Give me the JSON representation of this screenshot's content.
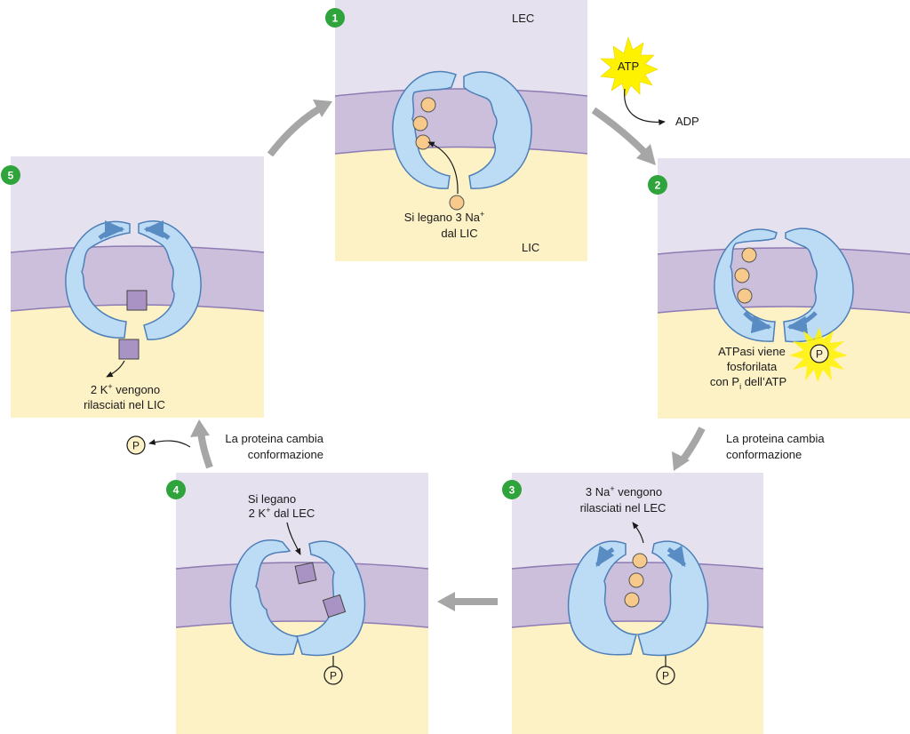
{
  "colors": {
    "ecf": "#e6e1ee",
    "membrane": "#cbbfdc",
    "membrane_edge": "#8e7bb4",
    "icf": "#fdf1c6",
    "protein": "#bcdcf5",
    "protein_edge": "#4d7fb8",
    "sodium": "#f7c98a",
    "potassium": "#a993c4",
    "step_badge": "#2fa33c",
    "arrow": "#a6a6a6",
    "starburst": "#fff200"
  },
  "panel1": {
    "number": "1",
    "top_label": "LEC",
    "bottom_label": "LIC",
    "caption_line1": "Si legano 3 Na",
    "caption_sup": "+",
    "caption_line2": "dal LIC"
  },
  "panel2": {
    "number": "2",
    "caption_line1": "ATPasi viene",
    "caption_line2": "fosforilata",
    "caption_line3_a": "con P",
    "caption_line3_sub": "i",
    "caption_line3_b": " dell’ATP"
  },
  "panel3": {
    "number": "3",
    "caption_line1_a": "3 Na",
    "caption_line1_sup": "+",
    "caption_line1_b": " vengono",
    "caption_line2": "rilasciati nel LEC"
  },
  "panel4": {
    "number": "4",
    "caption_line1": "Si legano",
    "caption_line2_a": "2 K",
    "caption_line2_sup": "+",
    "caption_line2_b": " dal LEC"
  },
  "panel5": {
    "number": "5",
    "caption_line1_a": "2 K",
    "caption_line1_sup": "+",
    "caption_line1_b": " vengono",
    "caption_line2": "rilasciati nel LIC"
  },
  "atp": {
    "label": "ATP",
    "product": "ADP"
  },
  "phosphate": {
    "label": "P"
  },
  "transitions": {
    "conformation_right_line1": "La proteina cambia",
    "conformation_right_line2": "conformazione",
    "conformation_left_line1": "La proteina cambia",
    "conformation_left_line2": "conformazione"
  }
}
